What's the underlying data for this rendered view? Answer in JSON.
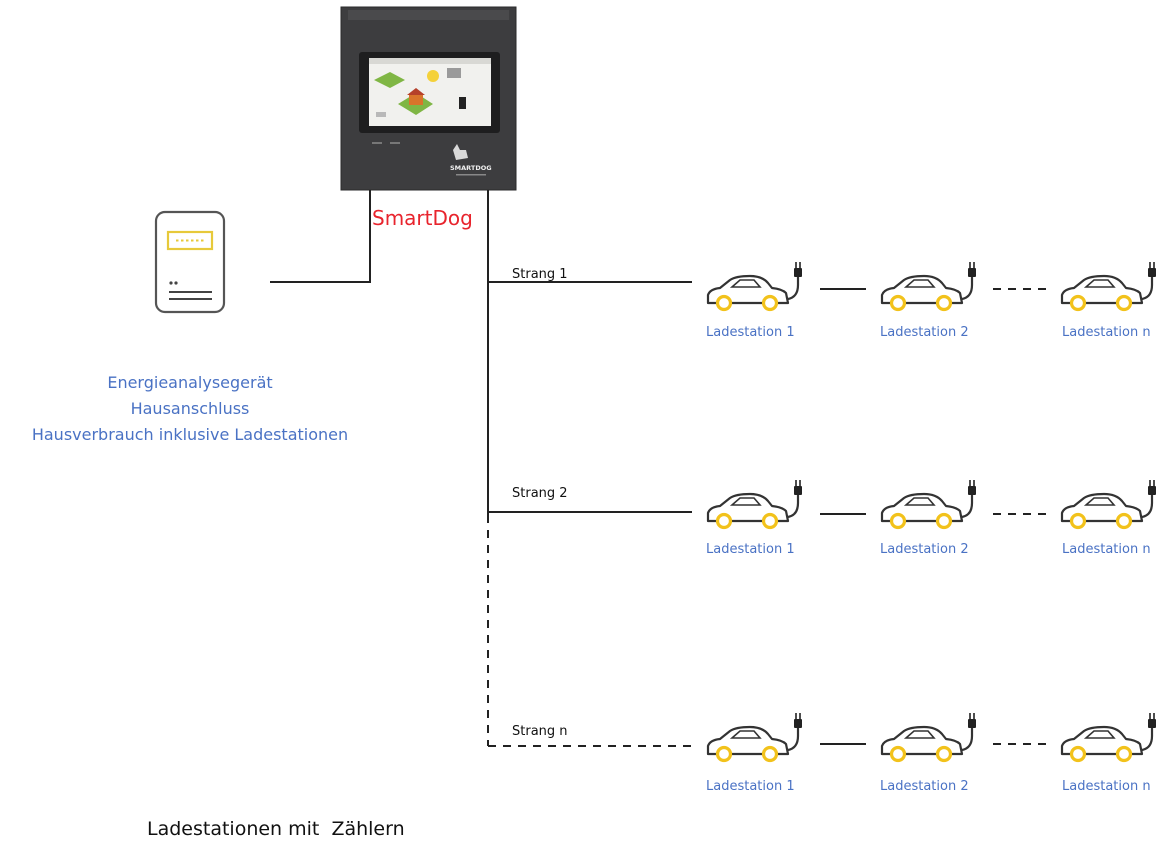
{
  "device": {
    "name": "SmartDog",
    "name_color": "#e8242d",
    "logo_text": "SMARTDOG",
    "screen_icon": "energy-flow-screen-icon"
  },
  "meter": {
    "icon": "energy-meter-icon",
    "lines": [
      "Energieanalysegerät",
      "Hausanschluss",
      "Hausverbrauch inklusive Ladestationen"
    ],
    "accent_color": "#e7c93a"
  },
  "strings": [
    {
      "label": "Strang 1",
      "stations": [
        "Ladestation 1",
        "Ladestation 2",
        "Ladestation n"
      ]
    },
    {
      "label": "Strang 2",
      "stations": [
        "Ladestation 1",
        "Ladestation 2",
        "Ladestation n"
      ]
    },
    {
      "label": "Strang n",
      "stations": [
        "Ladestation 1",
        "Ladestation 2",
        "Ladestation n"
      ]
    }
  ],
  "station_icon": "ev-charging-car-icon",
  "footer": "Ladestationen mit  Zählern",
  "colors": {
    "label_blue": "#4a72c4",
    "car_wheel": "#f2c21b",
    "device_body": "#3d3d3f",
    "line": "#222222"
  }
}
